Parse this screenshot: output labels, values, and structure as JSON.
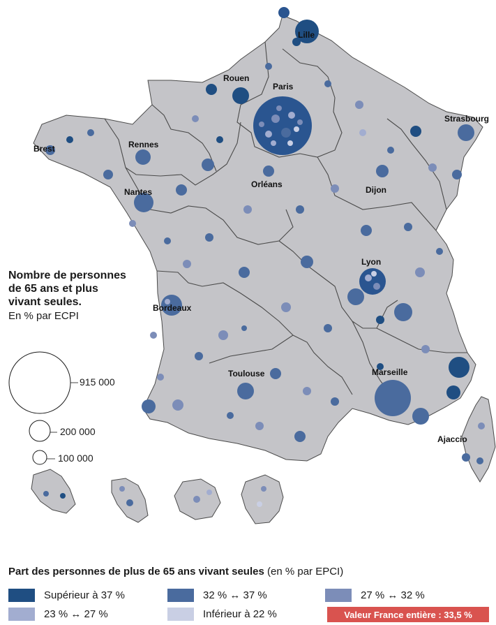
{
  "cities": [
    {
      "name": "Lille"
    },
    {
      "name": "Rouen"
    },
    {
      "name": "Paris"
    },
    {
      "name": "Strasbourg"
    },
    {
      "name": "Brest"
    },
    {
      "name": "Rennes"
    },
    {
      "name": "Nantes"
    },
    {
      "name": "Orléans"
    },
    {
      "name": "Dijon"
    },
    {
      "name": "Lyon"
    },
    {
      "name": "Bordeaux"
    },
    {
      "name": "Toulouse"
    },
    {
      "name": "Marseille"
    },
    {
      "name": "Ajaccio"
    }
  ],
  "map_title": {
    "line1": "Nombre de personnes",
    "line2": "de 65 ans et plus",
    "line3": "vivant seules.",
    "subtitle": "En % par ECPI"
  },
  "size_legend": [
    "915 000",
    "200 000",
    "100 000"
  ],
  "color_legend": {
    "title_bold": "Part des personnes de plus de 65 ans vivant seules",
    "title_rest": " (en % par EPCI)",
    "items": [
      {
        "label": "Supérieur à 37 %",
        "color": "#1f4e82"
      },
      {
        "label": "32 % ↔ 37 %",
        "color": "#4a6b9e"
      },
      {
        "label": "27 % ↔ 32 %",
        "color": "#7c8db8"
      },
      {
        "label": "23 % ↔ 27 %",
        "color": "#a2add0"
      },
      {
        "label": "Inférieur à 22 %",
        "color": "#c9cfe4"
      }
    ]
  },
  "national_value": "Valeur France entière : 33,5 %",
  "colors": {
    "land": "#c4c4c8",
    "border": "#4a4a4a",
    "badge": "#d9534f"
  }
}
